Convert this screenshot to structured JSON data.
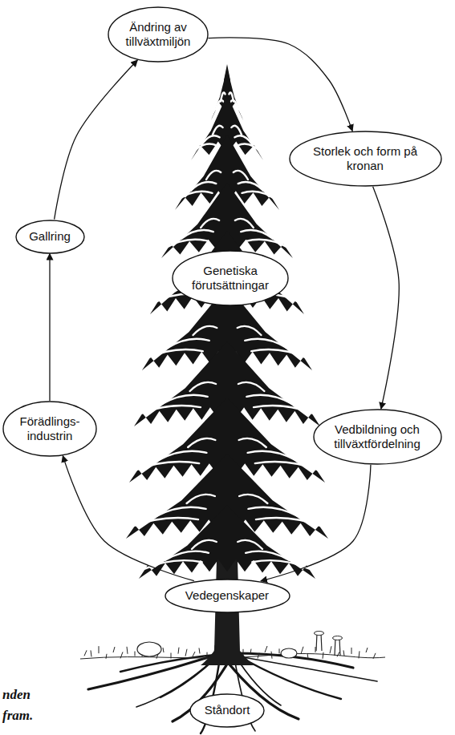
{
  "diagram": {
    "nodes": [
      {
        "text": [
          "Ändring av tillväxtmiljön"
        ]
      },
      {
        "text": [
          "Storlek och form på kronan"
        ]
      },
      {
        "text": [
          "Gallring"
        ]
      },
      {
        "text": [
          "Genetiska förutsättningar"
        ]
      },
      {
        "text": [
          "Förädlings- industrin"
        ]
      },
      {
        "text": [
          "Vedbildning och tillväxtfördelning"
        ]
      },
      {
        "text": [
          "Vedegenskaper"
        ]
      },
      {
        "text": [
          "Ståndort"
        ]
      }
    ],
    "edges": [
      {
        "from": 0,
        "to": 1,
        "arrow": "to"
      },
      {
        "from": 1,
        "to": 5,
        "arrow": "to"
      },
      {
        "from": 5,
        "to": 6,
        "arrow": "to"
      },
      {
        "from": 6,
        "to": 4,
        "arrow": "to"
      },
      {
        "from": 4,
        "to": 2,
        "arrow": "to"
      },
      {
        "from": 2,
        "to": 0,
        "arrow": "to"
      }
    ],
    "labels": [
      "nden",
      "fram."
    ]
  }
}
